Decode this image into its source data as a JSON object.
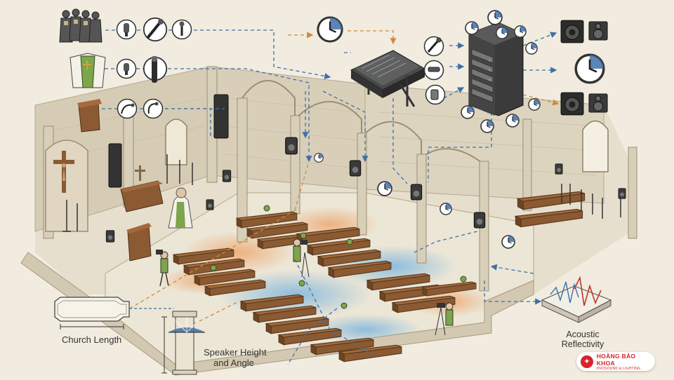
{
  "labels": {
    "church_length": "Church Length",
    "speaker_height_line1": "Speaker Height",
    "speaker_height_line2": "and Angle",
    "acoustic_line1": "Acoustic",
    "acoustic_line2": "Reflectivity"
  },
  "brand": {
    "name": "HOÀNG BẢO KHOA",
    "tagline": "PROSOUND & LIGHTING",
    "color": "#d8232a"
  },
  "colors": {
    "paper": "#f1ecdf",
    "stone": "#ddd4c0",
    "floor": "#ece6d6",
    "wood": "#8b5a33",
    "flow_line_blue": "#3f6fa8",
    "flow_line_orange": "#d08a3a",
    "heat_blue": "#6fb1e3",
    "heat_orange": "#eea56a",
    "vestment_green": "#7da54b"
  },
  "icons": [
    "choir-figures-icon",
    "vestment-icon",
    "pulpit-icon",
    "handheld-mic-icon",
    "lavalier-mic-icon",
    "gooseneck-mic-icon",
    "clock-icon",
    "mixing-console-icon",
    "equipment-rack-icon",
    "speaker-icon",
    "camera-operator-icon",
    "church-floorplan-icon",
    "speaker-angle-gauge-icon",
    "waveform-icon"
  ]
}
